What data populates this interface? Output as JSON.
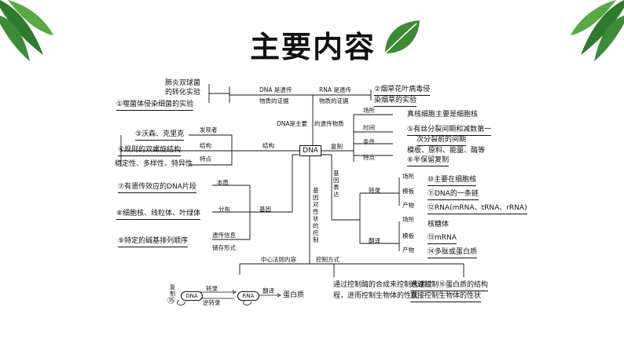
{
  "title": "主要内容",
  "colors": {
    "leaf_dark": "#2f7a2f",
    "leaf_light": "#5aa845",
    "text": "#111111"
  },
  "icons": [
    "leaf-icon",
    "palm-leaf-icon"
  ],
  "diagram": {
    "center": "DNA",
    "left_top": {
      "item1": "肺炎双球菌",
      "item1b": "的转化实验",
      "item2": "①噬菌体侵染细菌的实验",
      "dna_gene": "DNA 是遗传",
      "dna_gene_b": "物质的证据",
      "rna_gene": "RNA 是遗传",
      "rna_gene_b": "物质的证据",
      "rna_ex": "②烟草花叶病毒侵",
      "rna_ex_b": "染烟草的实验",
      "main": "DNA是主要",
      "main_b": "的遗传物质"
    },
    "structure": {
      "discoverer_label": "发现者",
      "discoverer": "③沃森、克里克",
      "structure_label": "结构",
      "structure": "④规则的双螺旋结构",
      "feature_label": "特点",
      "feature": "稳定性、多样性、特异性",
      "branch": "结构"
    },
    "replication": {
      "branch": "复制",
      "place_label": "场所",
      "place": "真核细胞主要是细胞核",
      "time_label": "时间",
      "time": "⑤有丝分裂间期和减数第一",
      "time_b": "次分裂前的间期",
      "cond_label": "条件",
      "cond": "模板、原料、能量、酶等",
      "feat_label": "特点",
      "feat": "⑥半保留复制"
    },
    "gene": {
      "branch": "基因",
      "essence_label": "本质",
      "essence": "⑦有遗传效应的DNA片段",
      "dist_label": "分布",
      "dist": "⑧细胞核、线粒体、叶绿体",
      "info_label": "遗传信息",
      "info": "⑨特定的碱基排列顺序",
      "store_label": "储存形式"
    },
    "expression": {
      "branch": "基因表达",
      "transcription": "转录",
      "t_place_label": "场所",
      "t_place": "⑩主要在细胞核",
      "t_tmpl_label": "模板",
      "t_tmpl": "⑪DNA的一条链",
      "t_prod_label": "产物",
      "t_prod": "⑫RNA(mRNA、tRNA、rRNA)",
      "translation": "翻译",
      "r_place_label": "场所",
      "r_place": "核糖体",
      "r_tmpl_label": "模板",
      "r_tmpl": "⑬mRNA",
      "r_prod_label": "产物",
      "r_prod": "⑭多肽或蛋白质"
    },
    "control": {
      "branch": "基因对性状的控制",
      "dogma_label": "中心法则内容",
      "method_label": "控制方式",
      "method1": "通过控制酶的合成来控制代谢过",
      "method1b": "程，进而控制生物体的性状",
      "method2": "通过控制⑯蛋白质的结构",
      "method2b": "直接控制生物体的性状",
      "dogma_num": "⑮",
      "dogma_rep": "复制",
      "dogma_dna": "DNA",
      "dogma_trans": "转录",
      "dogma_rev": "逆转录",
      "dogma_rna": "RNA",
      "dogma_transl": "翻译",
      "dogma_protein": "蛋白质"
    }
  }
}
